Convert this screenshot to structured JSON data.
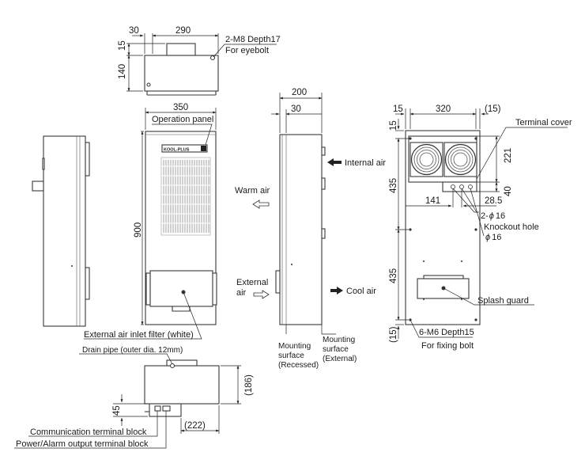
{
  "dimensions": {
    "top_offset": "30",
    "top_width": "290",
    "top_depth_small": "15",
    "top_height": "140",
    "front_width": "350",
    "front_height": "900",
    "side_depth": "200",
    "side_depth_small": "30",
    "rear_left": "15",
    "rear_width": "320",
    "rear_right": "(15)",
    "rear_top": "15",
    "rear_upper": "435",
    "rear_lower": "435",
    "rear_bottom": "(15)",
    "terminal_height": "221",
    "terminal_gap": "40",
    "hole_offset_x": "28.5",
    "hole_from_left": "141",
    "bottom_depth": "(186)",
    "bottom_small": "45",
    "bottom_width": "(222)"
  },
  "labels": {
    "eyebolt_spec": "2-M8 Depth17",
    "eyebolt_note": "For eyebolt",
    "operation_panel": "Operation panel",
    "panel_brand": "KOOL-PLUS",
    "warm_air": "Warm air",
    "internal_air": "Internal air",
    "external_air_1": "External",
    "external_air_2": "air",
    "cool_air": "Cool air",
    "terminal_cover": "Terminal cover",
    "hole_spec": "2-",
    "hole_phi": "ϕ",
    "hole_size": "16",
    "knockout_hole": "Knockout hole",
    "hole_single_size": "16",
    "splash_guard": "Splash guard",
    "fixing_spec": "6-M6 Depth15",
    "fixing_note": "For fixing bolt",
    "mount_rec_1": "Mounting",
    "mount_rec_2": "surface",
    "mount_rec_3": "(Recessed)",
    "mount_ext_1": "Mounting",
    "mount_ext_2": "surface",
    "mount_ext_3": "(External)",
    "inlet_filter": "External air inlet filter (white)",
    "drain_pipe": "Drain pipe (outer dia. 12mm)",
    "comm_block": "Communication terminal block",
    "power_block": "Power/Alarm output terminal block"
  },
  "colors": {
    "line": "#3a3a3a",
    "text": "#1a1a1a"
  },
  "icons": [
    "arrow-solid-icon",
    "arrow-hollow-icon",
    "fan-icon"
  ]
}
